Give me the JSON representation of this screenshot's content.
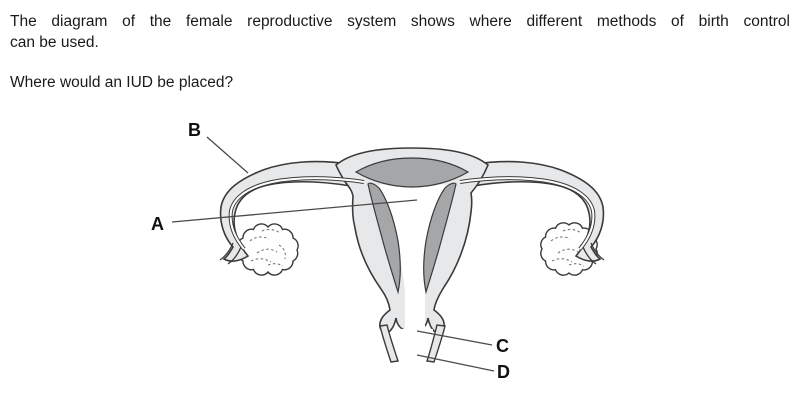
{
  "question": {
    "intro_line1": "The diagram of the female reproductive system shows where different methods of birth control",
    "intro_line2": "can be used.",
    "prompt": "Where would an IUD be placed?"
  },
  "diagram": {
    "labels": {
      "A": "A",
      "B": "B",
      "C": "C",
      "D": "D"
    },
    "colors": {
      "outline": "#3a3a3a",
      "fill_light": "#e7e8e9",
      "fill_dark": "#a5a6a8",
      "pointer_line": "#4a4a4a",
      "text": "#111111",
      "background": "#ffffff"
    }
  }
}
